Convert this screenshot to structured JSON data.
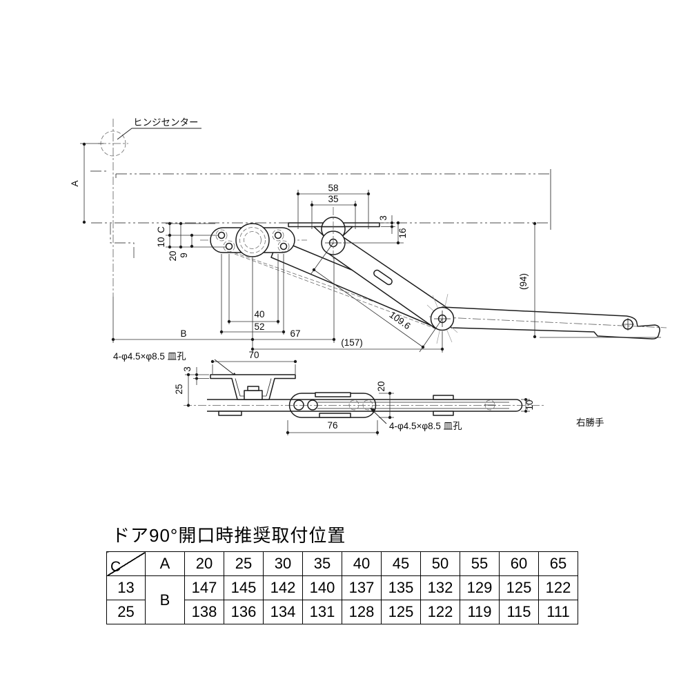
{
  "drawing": {
    "hinge_center_label": "ヒンジセンター",
    "hand_label": "右勝手",
    "countersunk_label_top": "4-φ4.5×φ8.5 皿孔",
    "countersunk_label_bottom": "4-φ4.5×φ8.5 皿孔",
    "dims": {
      "A": "A",
      "B": "B",
      "C": "C",
      "top_width": "58",
      "top_holes": "35",
      "top_plate_thickness": "3",
      "pivot_offset": "16",
      "row_offset": "10",
      "row_offset2": "20",
      "row_gap": "9",
      "hole_span_40": "40",
      "hole_span_52": "52",
      "pivot_span_67": "67",
      "elbow_span_157": "(157)",
      "flange_width_70": "70",
      "arm_length": "109.6",
      "drop_height": "(94)",
      "side_thickness": "3",
      "side_height_25": "25",
      "side_link_76": "76",
      "side_width_20": "20",
      "side_bar_10": "10"
    }
  },
  "table": {
    "title": "ドア90°開口時推奨取付位置",
    "corner_c": "C",
    "corner_a": "A",
    "b_label": "B",
    "a_values": [
      "20",
      "25",
      "30",
      "35",
      "40",
      "45",
      "50",
      "55",
      "60",
      "65"
    ],
    "rows": [
      {
        "c": "13",
        "b": [
          "147",
          "145",
          "142",
          "140",
          "137",
          "135",
          "132",
          "129",
          "125",
          "122"
        ]
      },
      {
        "c": "25",
        "b": [
          "138",
          "136",
          "134",
          "131",
          "128",
          "125",
          "122",
          "119",
          "115",
          "111"
        ]
      }
    ]
  }
}
